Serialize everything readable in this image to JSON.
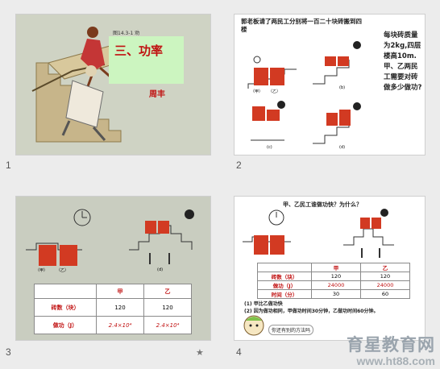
{
  "slide_numbers": [
    "1",
    "2",
    "3",
    "4"
  ],
  "slide1": {
    "title": "三、功率",
    "subtitle": "周丰",
    "figure_label": "图14.3-1 劝"
  },
  "slide2": {
    "heading": "郭老板请了两民工分别将一百二十块砖搬到四楼",
    "question": "每块砖质量为2kg,四层楼高10m.甲、乙两民工需要对砖做多少做功?",
    "fig_labels": [
      "（甲）",
      "（乙）",
      "(b)",
      "(c)",
      "(d)"
    ]
  },
  "slide3": {
    "fig_labels": [
      "（甲）",
      "（乙）",
      "(d)"
    ],
    "table": {
      "headers": [
        "",
        "甲",
        "乙"
      ],
      "rows": [
        [
          "砖数（块）",
          "120",
          "120"
        ],
        [
          "做功（J）",
          "2.4×10⁴",
          "2.4×10⁴"
        ]
      ]
    }
  },
  "slide4": {
    "heading": "甲、乙民工谁做功快？为什么？",
    "table": {
      "headers": [
        "",
        "甲",
        "乙"
      ],
      "rows": [
        [
          "砖数（块）",
          "120",
          "120"
        ],
        [
          "做功（J）",
          "24000",
          "24000"
        ],
        [
          "时间（分）",
          "30",
          "60"
        ]
      ]
    },
    "notes": [
      "(1) 甲比乙做功快",
      "(2) 因为做功相同，甲做功时间30分钟，乙做功时间60分钟。"
    ],
    "bubble": "你还有别的方法吗"
  },
  "watermark": {
    "cn": "育星教育网",
    "url": "www.ht88.com"
  },
  "colors": {
    "brick": "#d23a22",
    "title_red": "#c01010",
    "title_bg": "#ccf5c0"
  }
}
